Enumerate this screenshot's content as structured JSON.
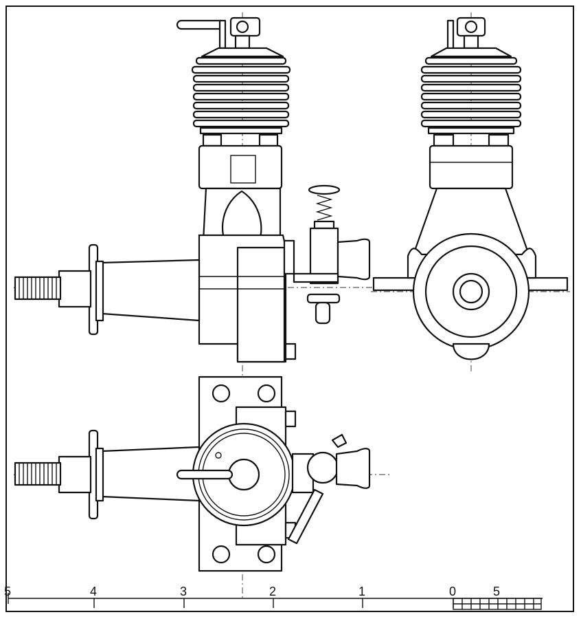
{
  "scale_bar": {
    "labels": [
      "5",
      "4",
      "3",
      "2",
      "1",
      "0",
      "5"
    ]
  },
  "colors": {
    "ink": "#111111",
    "paper": "#ffffff"
  },
  "views": [
    "side-elevation",
    "front-elevation",
    "plan-view"
  ]
}
